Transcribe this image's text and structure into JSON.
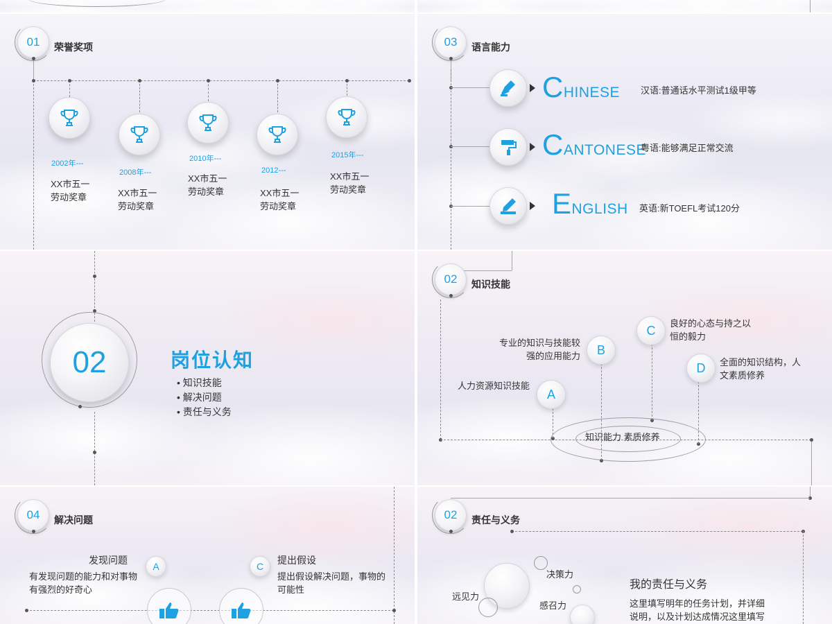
{
  "slide1": {
    "number": "01",
    "title": "荣誉奖项",
    "awards": [
      {
        "year": "2002年---",
        "text1": "XX市五一",
        "text2": "劳动奖章"
      },
      {
        "year": "2008年---",
        "text1": "XX市五一",
        "text2": "劳动奖章"
      },
      {
        "year": "2010年---",
        "text1": "XX市五一",
        "text2": "劳动奖章"
      },
      {
        "year": "2012---",
        "text1": "XX市五一",
        "text2": "劳动奖章"
      },
      {
        "year": "2015年---",
        "text1": "XX市五一",
        "text2": "劳动奖章"
      }
    ],
    "icon": "trophy-icon"
  },
  "slide2": {
    "number": "03",
    "title": "语言能力",
    "languages": [
      {
        "cap": "C",
        "rest": "HINESE",
        "desc": "汉语:普通话水平测试1级甲等",
        "icon": "pen-nib-icon"
      },
      {
        "cap": "C",
        "rest": "ANTONESE",
        "desc": "粤语:能够满足正常交流",
        "icon": "paint-roller-icon"
      },
      {
        "cap": "E",
        "rest": "NGLISH",
        "desc": "英语:新TOEFL考试120分",
        "icon": "pencil-ruler-icon"
      }
    ]
  },
  "slide3": {
    "number": "02",
    "title": "岗位认知",
    "bullets": [
      "知识技能",
      "解决问题",
      "责任与义务"
    ]
  },
  "slide4": {
    "number": "02",
    "title": "知识技能",
    "points": [
      {
        "letter": "A",
        "text": "人力资源知识技能"
      },
      {
        "letter": "B",
        "text1": "专业的知识与技能较",
        "text2": "强的应用能力"
      },
      {
        "letter": "C",
        "text1": "良好的心态与持之以",
        "text2": "恒的毅力"
      },
      {
        "letter": "D",
        "text1": "全面的知识结构，人",
        "text2": "文素质修养"
      }
    ],
    "center_text": "知识能力 素质修养"
  },
  "slide5": {
    "number": "04",
    "title": "解决问题",
    "items": [
      {
        "letter": "A",
        "heading": "发现问题",
        "text1": "有发现问题的能力和对事物",
        "text2": "有强烈的好奇心"
      },
      {
        "letter": "C",
        "heading": "提出假设",
        "text1": "提出假设解决问题，事物的",
        "text2": "可能性"
      }
    ]
  },
  "slide6": {
    "number": "02",
    "title": "责任与义务",
    "labels": [
      "决策力",
      "远见力",
      "感召力"
    ],
    "heading": "我的责任与义务",
    "text1": "这里填写明年的任务计划，并详细",
    "text2": "说明，以及计划达成情况这里填写"
  },
  "colors": {
    "accent": "#1da1e0",
    "text": "#333333"
  }
}
